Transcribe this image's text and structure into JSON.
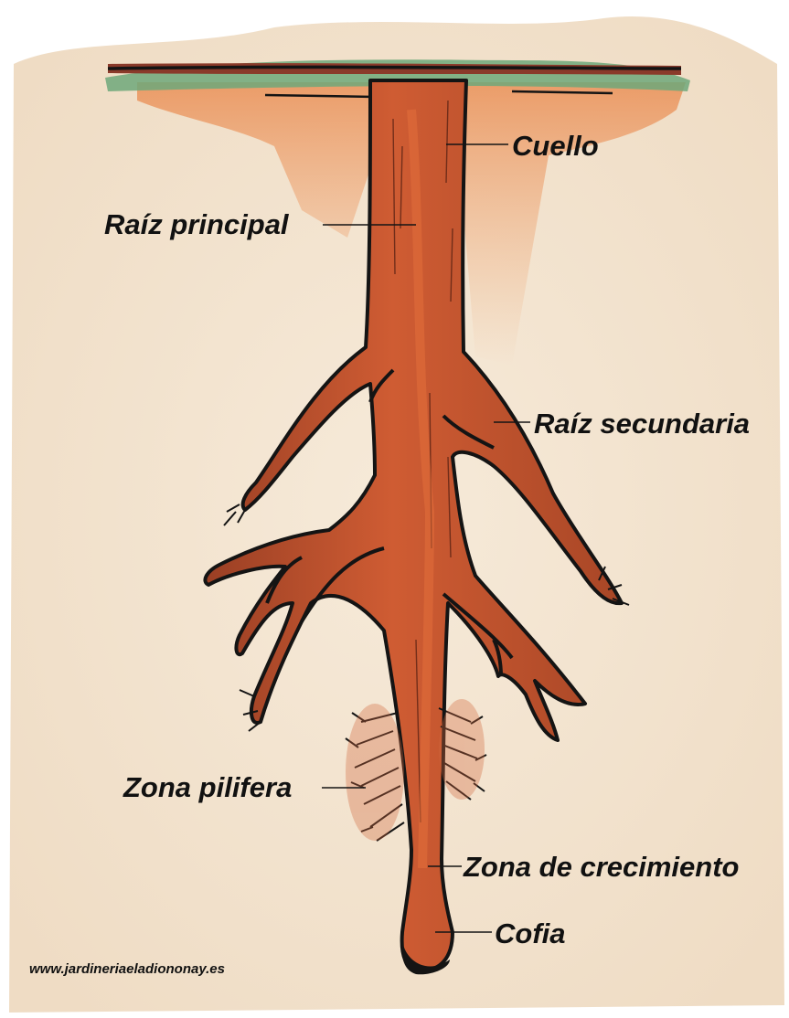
{
  "diagram": {
    "labels": {
      "cuello": "Cuello",
      "raiz_principal": "Raíz principal",
      "raiz_secundaria": "Raíz secundaria",
      "zona_pilifera": "Zona pilifera",
      "zona_crecimiento": "Zona de crecimiento",
      "cofia": "Cofia"
    },
    "credit": "www.jardineriaeladiononay.es"
  },
  "colors": {
    "paper": "#f3e6d3",
    "soil_stain": "#e98c4c",
    "root_fill": "#b8502e",
    "root_highlight": "#e06a3a",
    "outline": "#141414",
    "grass": "#6fa87a",
    "topsoil": "#8a3a2a"
  }
}
